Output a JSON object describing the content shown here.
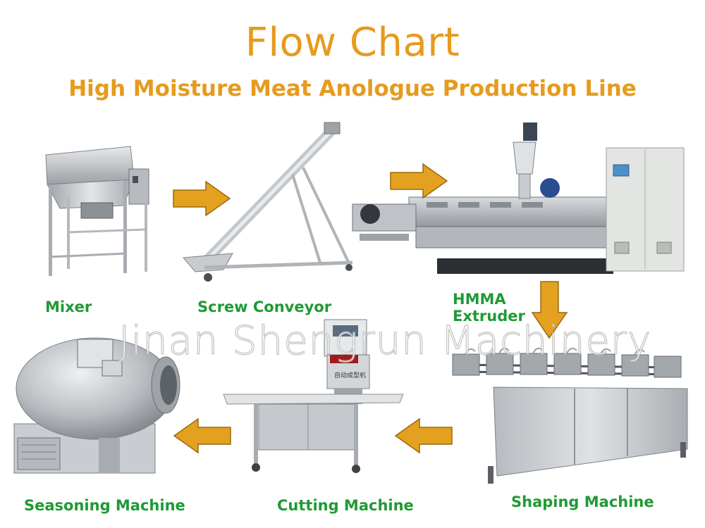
{
  "title": "Flow Chart",
  "subtitle": "High Moisture Meat Anologue Production Line",
  "watermark": "Jinan Shengrun Machinery",
  "colors": {
    "title": "#e69b1e",
    "arrow": "#e3a11f",
    "label": "#1f9a35",
    "steel": "#c9ccd0"
  },
  "steps": [
    {
      "label": "Mixer",
      "icon": "mixer-icon"
    },
    {
      "label": "Screw Conveyor",
      "icon": "screw-conveyor-icon"
    },
    {
      "label_lines": [
        "HMMA",
        "Extruder"
      ],
      "icon": "extruder-icon"
    },
    {
      "label": "Shaping Machine",
      "icon": "shaping-machine-icon"
    },
    {
      "label": "Cutting Machine",
      "icon": "cutting-machine-icon"
    },
    {
      "label": "Seasoning Machine",
      "icon": "seasoning-machine-icon"
    }
  ],
  "machine_text": {
    "cutting_panel": "自动成型机"
  }
}
